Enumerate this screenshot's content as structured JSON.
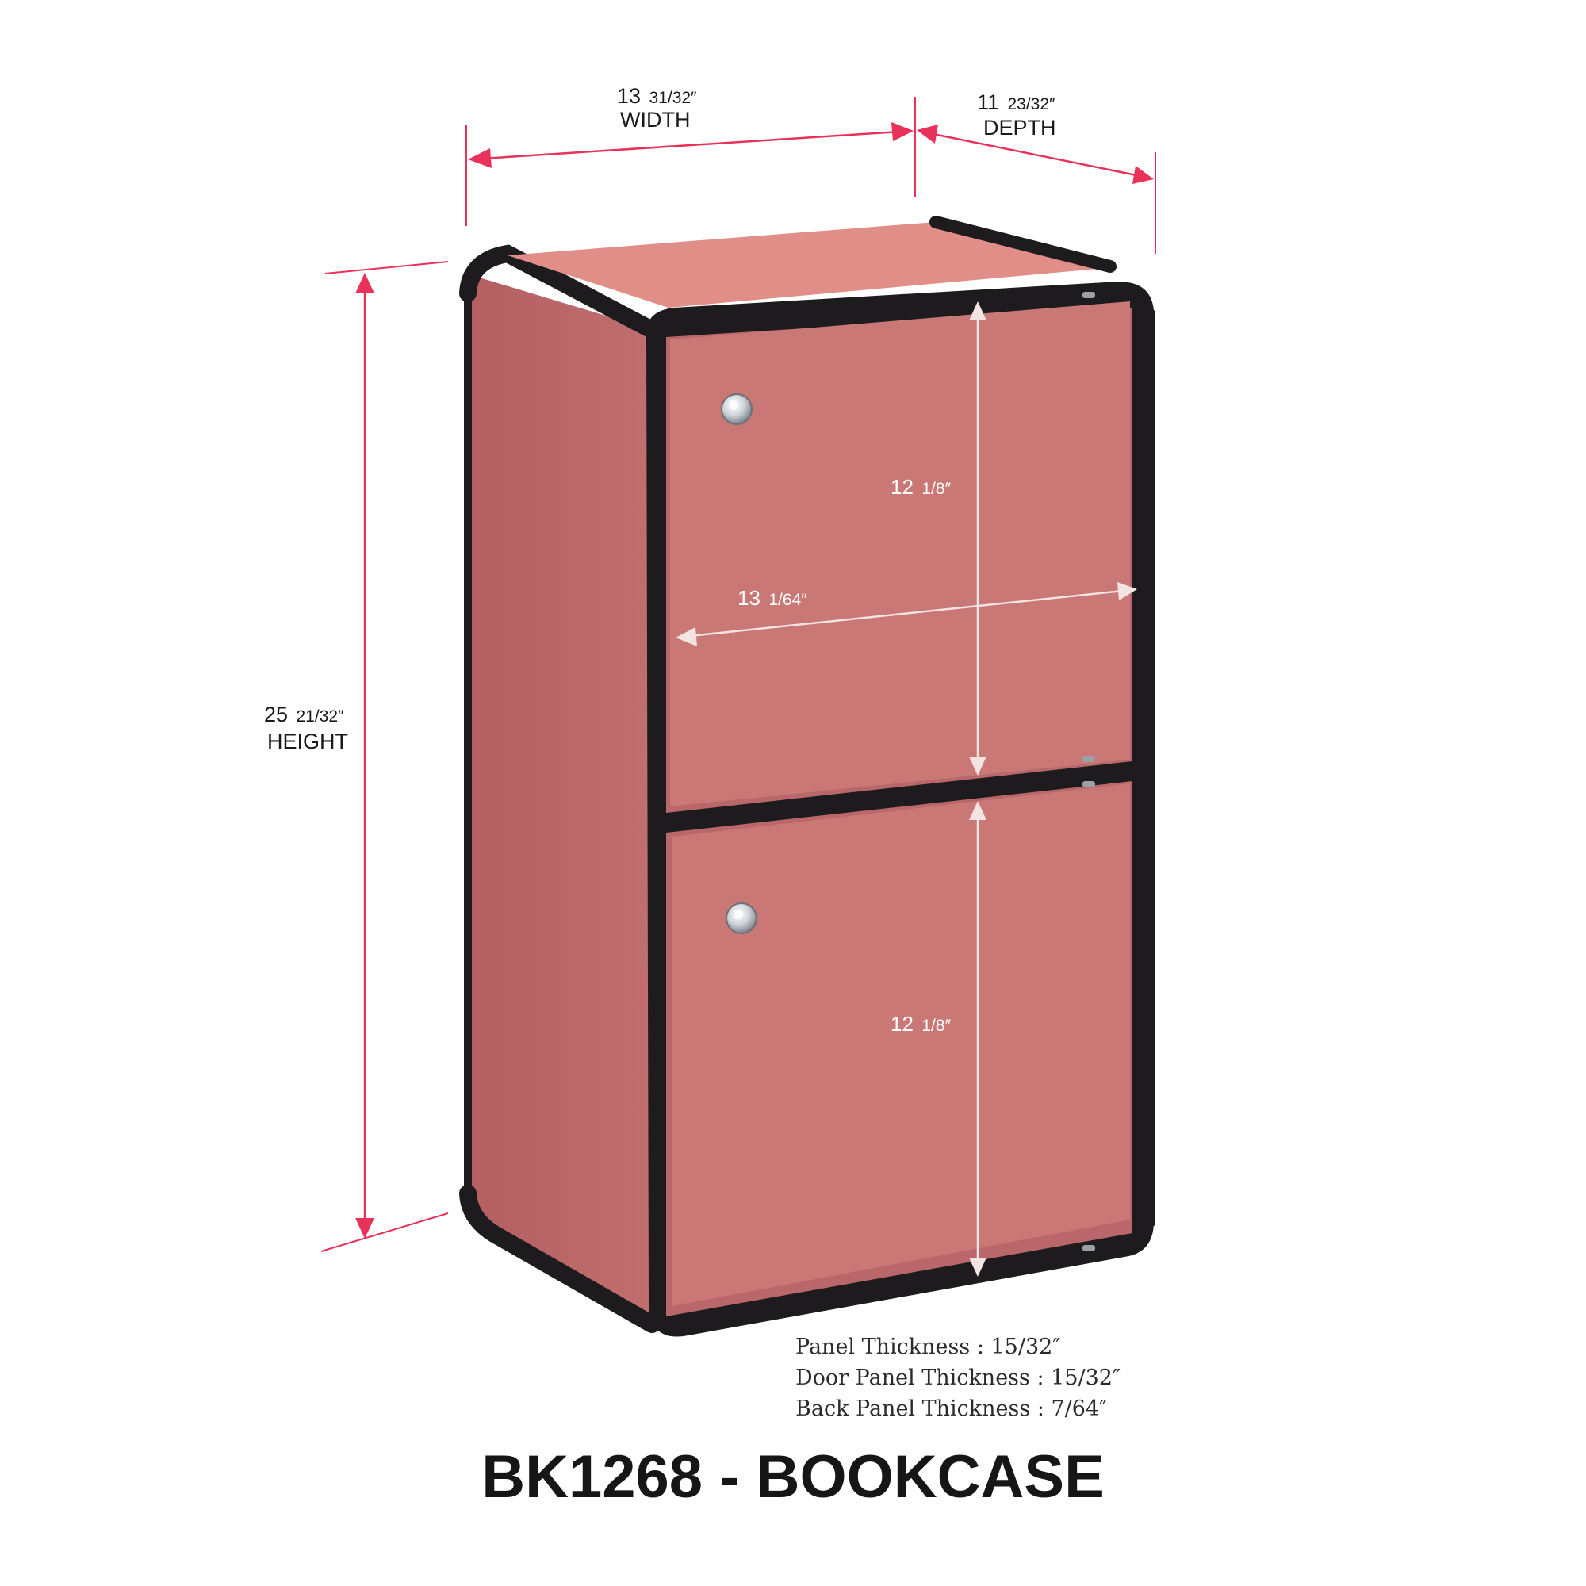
{
  "product": {
    "title": "BK1268 - BOOKCASE"
  },
  "colors": {
    "cabinet_body": "#b9676a",
    "cabinet_side": "#bf6d6d",
    "cabinet_top": "#e18d88",
    "door_face": "#c97876",
    "frame_edge": "#1d1b1d",
    "dimension_line": "#e8325a",
    "inner_arrow": "#f3e3e3",
    "knob": "#d9dde2"
  },
  "dimensions": {
    "width": {
      "whole": "13",
      "fraction": "31/32″",
      "label": "WIDTH"
    },
    "depth": {
      "whole": "11",
      "fraction": "23/32″",
      "label": "DEPTH"
    },
    "height": {
      "whole": "25",
      "fraction": "21/32″",
      "label": "HEIGHT"
    },
    "door_top_height": {
      "whole": "12",
      "fraction": "1/8″"
    },
    "door_bottom_height": {
      "whole": "12",
      "fraction": "1/8″"
    },
    "inner_width": {
      "whole": "13",
      "fraction": "1/64″"
    }
  },
  "specs": [
    "Panel Thickness : 15/32″",
    "Door Panel Thickness : 15/32″",
    "Back Panel Thickness : 7/64″"
  ]
}
